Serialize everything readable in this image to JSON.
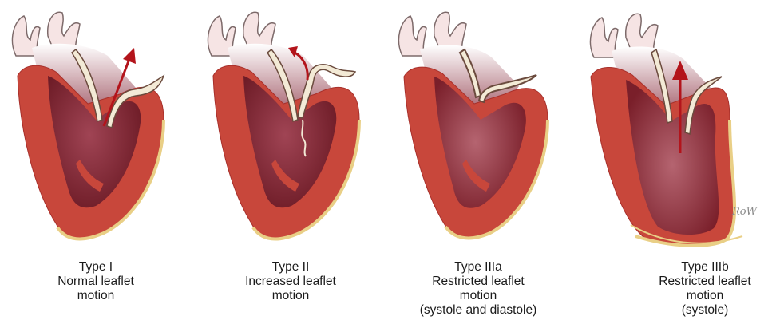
{
  "panels": [
    {
      "id": "type-1",
      "type_label": "Type I",
      "description_lines": [
        "Normal leaflet",
        "motion"
      ],
      "arrow": "anterior-upward"
    },
    {
      "id": "type-2",
      "type_label": "Type II",
      "description_lines": [
        "Increased leaflet",
        "motion"
      ],
      "arrow": "curved-prolapse"
    },
    {
      "id": "type-3a",
      "type_label": "Type IIIa",
      "description_lines": [
        "Restricted leaflet",
        "motion",
        "(systole and diastole)"
      ],
      "arrow": "none"
    },
    {
      "id": "type-3b",
      "type_label": "Type IIIb",
      "description_lines": [
        "Restricted leaflet",
        "motion",
        "(systole)"
      ],
      "arrow": "central-upward"
    }
  ],
  "colors": {
    "myocardium": "#c8473b",
    "myocardium_dark": "#a8302b",
    "cavity": "#7a1f2a",
    "cavity_light": "#b56470",
    "epicardium": "#e9cf86",
    "leaflet": "#f3ead6",
    "leaflet_edge": "#6b4b3e",
    "arrow": "#b3141b",
    "vessel": "#f6e4e4",
    "vessel_edge": "#7d6a6a"
  },
  "icons": {
    "signature": "artist-signature-mark"
  },
  "signature_text": "RoW"
}
